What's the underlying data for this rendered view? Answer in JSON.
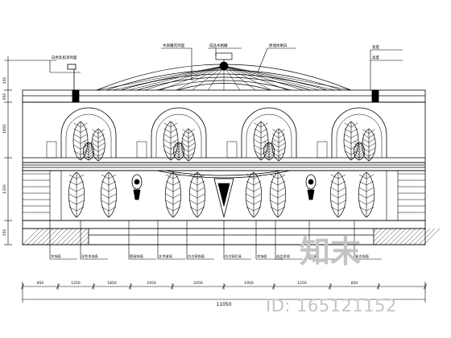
{
  "drawing": {
    "top_callouts": [
      "白色乳胶漆饰面",
      "木质雕花饰面",
      "成品木格栅",
      "原墙体刷白",
      "宽度",
      "高度"
    ],
    "left_dims": [
      "150",
      "950",
      "1650",
      "1320",
      "250"
    ],
    "bottom_callouts": [
      "木饰面",
      "深色木线条",
      "壁画饰面",
      "艺术玻璃",
      "仿古铜饰面",
      "仿古铜灯具",
      "木饰面",
      "成品木线",
      "灯具",
      "复古饰面"
    ],
    "bottom_dims": [
      "850",
      "1250",
      "1850",
      "2450",
      "2450",
      "1950",
      "1250",
      "850"
    ],
    "total_dim": "11050"
  },
  "watermark": {
    "id_text": "ID: 165121152",
    "logo_text": "知末"
  },
  "colors": {
    "line": "#000000",
    "watermark": "#c4c4c4",
    "background": "#ffffff"
  }
}
